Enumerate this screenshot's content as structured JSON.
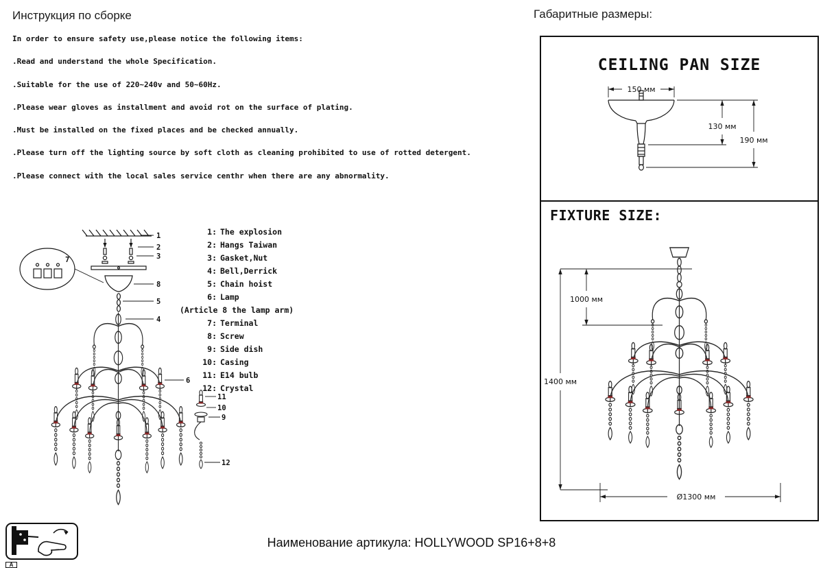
{
  "page": {
    "left_title": "Инструкция по сборке",
    "right_title": "Габаритные размеры:",
    "footer": "Наименование артикула: HOLLYWOOD SP16+8+8",
    "corner_mark": "A"
  },
  "safety": {
    "intro": "In order to ensure safety use,please notice the following items:",
    "items": [
      ".Read and understand the whole Specification.",
      ".Suitable for the use of 220~240v and 50~60Hz.",
      ".Please wear gloves as installment and avoid rot on the surface of plating.",
      ".Must be installed on the fixed places and be checked annually.",
      ".Please turn off the lighting source by soft cloth as cleaning prohibited to use of rotted detergent.",
      ".Please connect with the local sales service centhr when there are any abnormality."
    ]
  },
  "parts": {
    "entries": [
      {
        "num": "1:",
        "label": "The explosion"
      },
      {
        "num": "2:",
        "label": "Hangs Taiwan"
      },
      {
        "num": "3:",
        "label": "Gasket,Nut"
      },
      {
        "num": "4:",
        "label": "Bell,Derrick"
      },
      {
        "num": "5:",
        "label": "Chain hoist"
      },
      {
        "num": "6:",
        "label": "Lamp"
      },
      {
        "num": "7:",
        "label": "Terminal"
      },
      {
        "num": "8:",
        "label": "Screw"
      },
      {
        "num": "9:",
        "label": "Side dish"
      },
      {
        "num": "10:",
        "label": "Casing"
      },
      {
        "num": "11:",
        "label": "E14 bulb"
      },
      {
        "num": "12:",
        "label": "Crystal"
      }
    ],
    "note": "(Article 8 the lamp arm)"
  },
  "exploded": {
    "callouts": [
      "1",
      "2",
      "3",
      "4",
      "5",
      "6",
      "7",
      "8",
      "9",
      "10",
      "11",
      "12"
    ]
  },
  "dimensions": {
    "ceiling_pan_title": "CEILING PAN SIZE",
    "fixture_title": "FIXTURE SIZE:",
    "pan_width": "150 мм",
    "pan_inner_height": "130 мм",
    "pan_total_height": "190 мм",
    "suspension_length": "1000 мм",
    "fixture_height": "1400 мм",
    "fixture_diameter": "Ø1300 мм"
  }
}
